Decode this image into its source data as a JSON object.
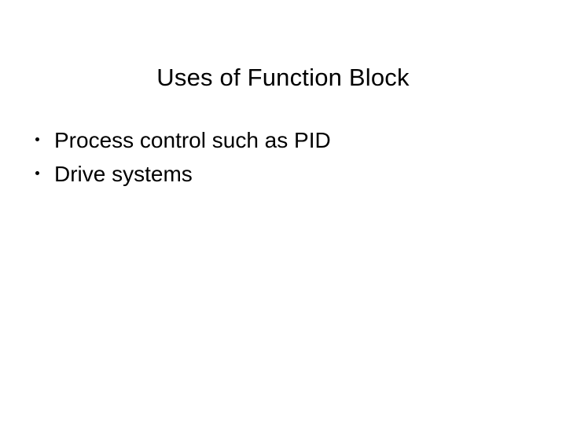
{
  "slide": {
    "background_color": "#ffffff",
    "text_color": "#000000",
    "title": "Uses of Function Block",
    "bullet_glyph": "bullet-dot-icon",
    "bullets": [
      {
        "text": "Process control such as PID"
      },
      {
        "text": "Drive systems"
      }
    ]
  }
}
